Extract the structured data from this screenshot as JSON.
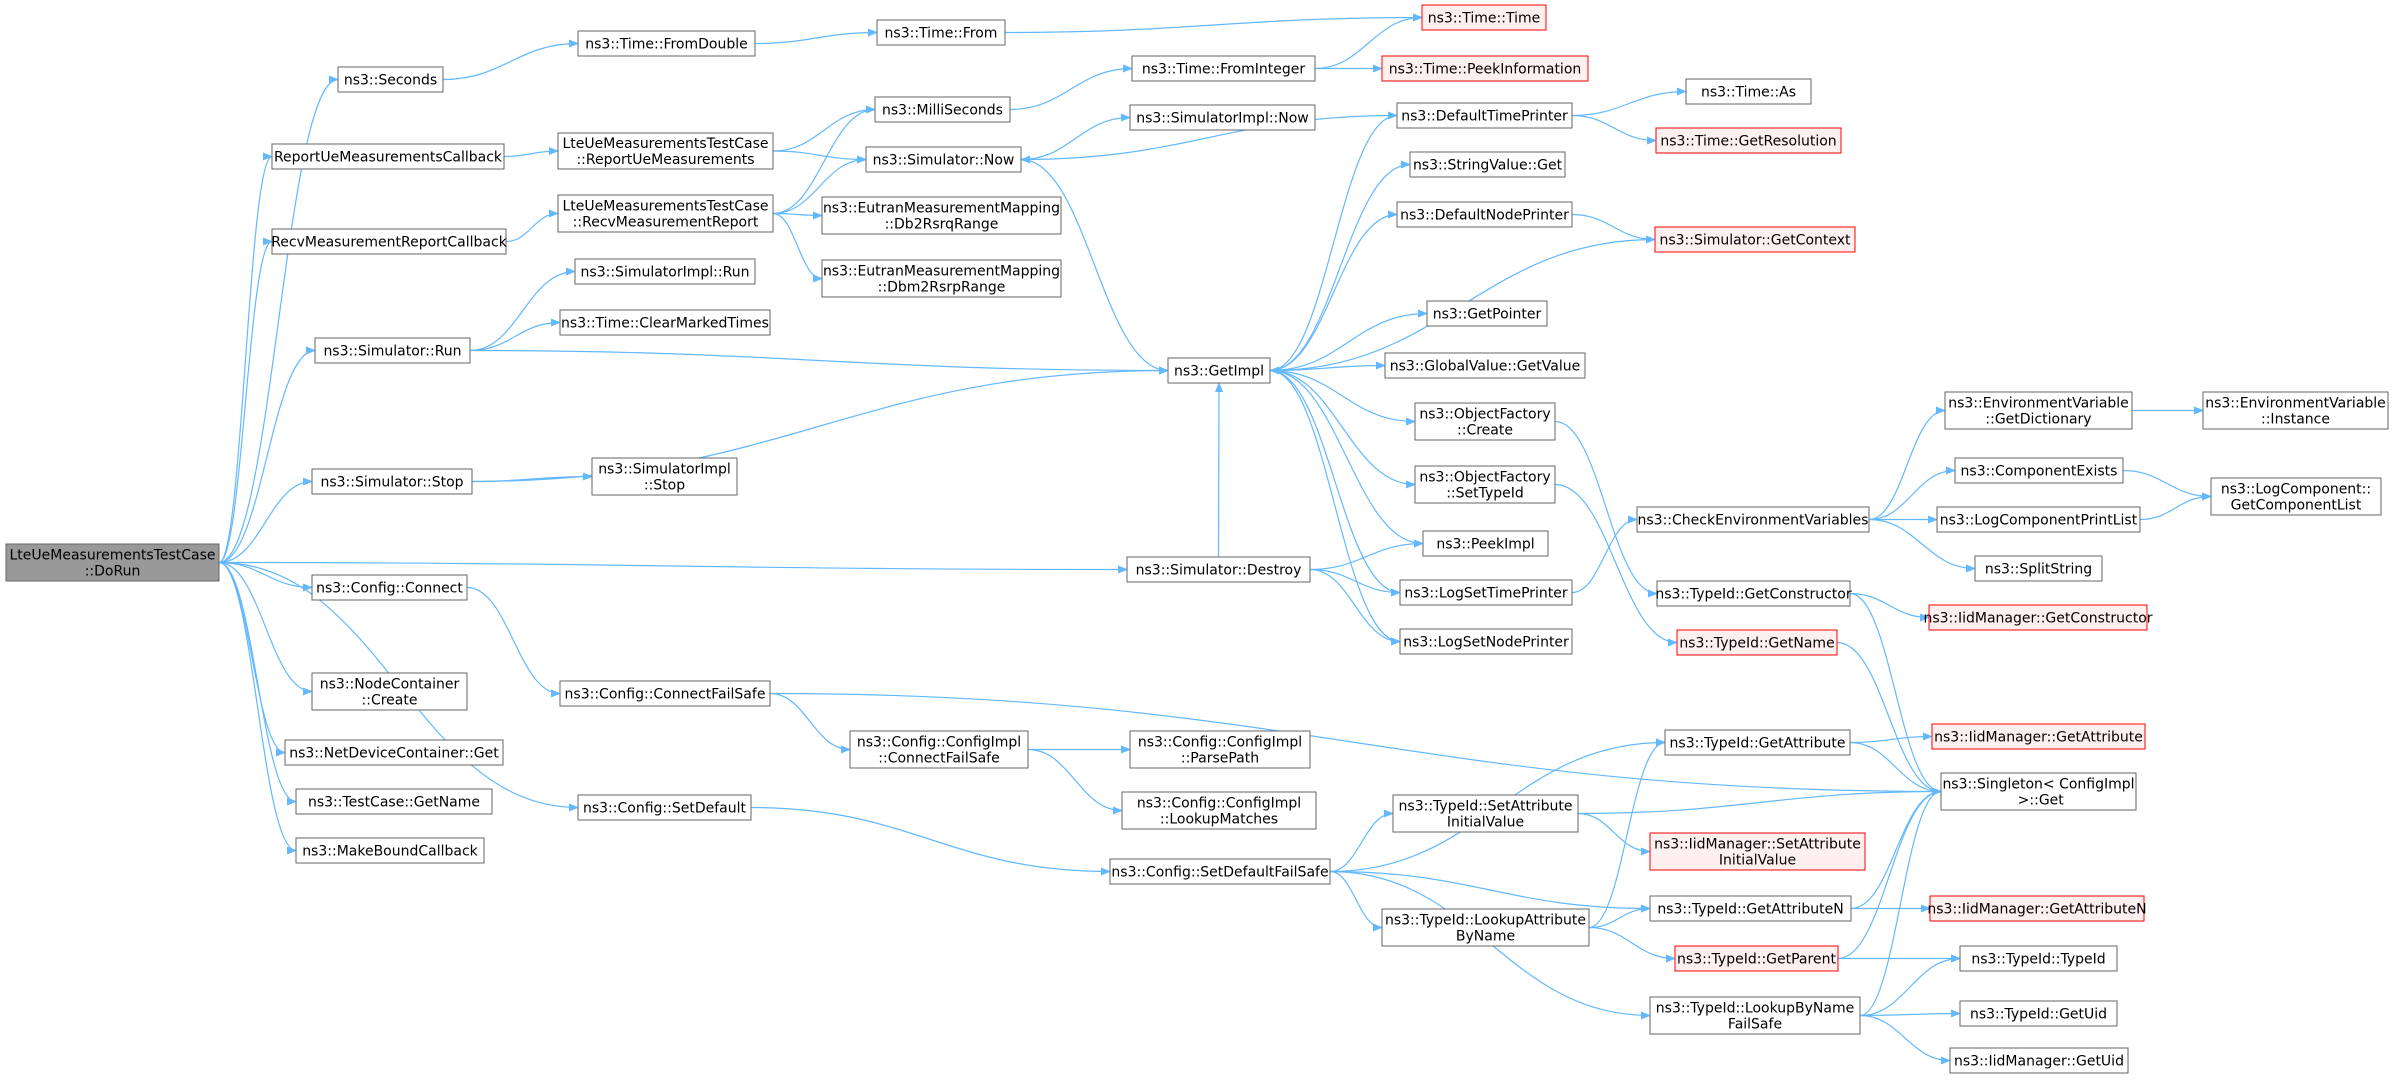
{
  "colors": {
    "edge": "#63b8ff",
    "node_border": "#666666",
    "node_fill": "#ffffff",
    "root_fill": "#999999",
    "root_border": "#666666",
    "truncated_border": "#ff0000",
    "truncated_fill": "#fff0f0"
  },
  "nodes": [
    {
      "id": "root",
      "lines": [
        "LteUeMeasurementsTestCase",
        "::DoRun"
      ],
      "kind": "root"
    },
    {
      "id": "seconds",
      "lines": [
        "ns3::Seconds"
      ]
    },
    {
      "id": "time_fromdouble",
      "lines": [
        "ns3::Time::FromDouble"
      ]
    },
    {
      "id": "time_from",
      "lines": [
        "ns3::Time::From"
      ]
    },
    {
      "id": "time_time",
      "lines": [
        "ns3::Time::Time"
      ],
      "kind": "truncated"
    },
    {
      "id": "reportcb",
      "lines": [
        "ReportUeMeasurementsCallback"
      ]
    },
    {
      "id": "tc_report",
      "lines": [
        "LteUeMeasurementsTestCase",
        "::ReportUeMeasurements"
      ]
    },
    {
      "id": "millis",
      "lines": [
        "ns3::MilliSeconds"
      ]
    },
    {
      "id": "time_fromint",
      "lines": [
        "ns3::Time::FromInteger"
      ]
    },
    {
      "id": "time_peek",
      "lines": [
        "ns3::Time::PeekInformation"
      ],
      "kind": "truncated"
    },
    {
      "id": "simimpl_now",
      "lines": [
        "ns3::SimulatorImpl::Now"
      ]
    },
    {
      "id": "sim_now",
      "lines": [
        "ns3::Simulator::Now"
      ]
    },
    {
      "id": "recvcb",
      "lines": [
        "RecvMeasurementReportCallback"
      ]
    },
    {
      "id": "tc_recv",
      "lines": [
        "LteUeMeasurementsTestCase",
        "::RecvMeasurementReport"
      ]
    },
    {
      "id": "db2rsrq",
      "lines": [
        "ns3::EutranMeasurementMapping",
        "::Db2RsrqRange"
      ]
    },
    {
      "id": "dbm2rsrp",
      "lines": [
        "ns3::EutranMeasurementMapping",
        "::Dbm2RsrpRange"
      ]
    },
    {
      "id": "simimpl_run",
      "lines": [
        "ns3::SimulatorImpl::Run"
      ]
    },
    {
      "id": "time_clear",
      "lines": [
        "ns3::Time::ClearMarkedTimes"
      ]
    },
    {
      "id": "sim_run",
      "lines": [
        "ns3::Simulator::Run"
      ]
    },
    {
      "id": "getimpl",
      "lines": [
        "ns3::GetImpl"
      ]
    },
    {
      "id": "deftimeprinter",
      "lines": [
        "ns3::DefaultTimePrinter"
      ]
    },
    {
      "id": "time_as",
      "lines": [
        "ns3::Time::As"
      ]
    },
    {
      "id": "time_getres",
      "lines": [
        "ns3::Time::GetResolution"
      ],
      "kind": "truncated"
    },
    {
      "id": "stringvalue",
      "lines": [
        "ns3::StringValue::Get"
      ]
    },
    {
      "id": "defnodeprinter",
      "lines": [
        "ns3::DefaultNodePrinter"
      ]
    },
    {
      "id": "sim_getctx",
      "lines": [
        "ns3::Simulator::GetContext"
      ],
      "kind": "truncated"
    },
    {
      "id": "getpointer",
      "lines": [
        "ns3::GetPointer"
      ]
    },
    {
      "id": "globalvalue",
      "lines": [
        "ns3::GlobalValue::GetValue"
      ]
    },
    {
      "id": "of_create",
      "lines": [
        "ns3::ObjectFactory",
        "::Create"
      ]
    },
    {
      "id": "of_settypeid",
      "lines": [
        "ns3::ObjectFactory",
        "::SetTypeId"
      ]
    },
    {
      "id": "env_getdict",
      "lines": [
        "ns3::EnvironmentVariable",
        "::GetDictionary"
      ]
    },
    {
      "id": "env_instance",
      "lines": [
        "ns3::EnvironmentVariable",
        "::Instance"
      ]
    },
    {
      "id": "compexists",
      "lines": [
        "ns3::ComponentExists"
      ]
    },
    {
      "id": "logcomplist",
      "lines": [
        "ns3::LogComponent::",
        "GetComponentList"
      ]
    },
    {
      "id": "checkenv",
      "lines": [
        "ns3::CheckEnvironmentVariables"
      ]
    },
    {
      "id": "logprintlist",
      "lines": [
        "ns3::LogComponentPrintList"
      ]
    },
    {
      "id": "sim_stop",
      "lines": [
        "ns3::Simulator::Stop"
      ]
    },
    {
      "id": "simimpl_stop",
      "lines": [
        "ns3::SimulatorImpl",
        "::Stop"
      ]
    },
    {
      "id": "splitstring",
      "lines": [
        "ns3::SplitString"
      ]
    },
    {
      "id": "sim_destroy",
      "lines": [
        "ns3::Simulator::Destroy"
      ]
    },
    {
      "id": "peekimpl",
      "lines": [
        "ns3::PeekImpl"
      ]
    },
    {
      "id": "config_connect",
      "lines": [
        "ns3::Config::Connect"
      ]
    },
    {
      "id": "logsettime",
      "lines": [
        "ns3::LogSetTimePrinter"
      ]
    },
    {
      "id": "typeid_getctor",
      "lines": [
        "ns3::TypeId::GetConstructor"
      ]
    },
    {
      "id": "iid_getctor",
      "lines": [
        "ns3::IidManager::GetConstructor"
      ],
      "kind": "truncated"
    },
    {
      "id": "logsetnode",
      "lines": [
        "ns3::LogSetNodePrinter"
      ]
    },
    {
      "id": "typeid_getname",
      "lines": [
        "ns3::TypeId::GetName"
      ],
      "kind": "truncated"
    },
    {
      "id": "nc_create",
      "lines": [
        "ns3::NodeContainer",
        "::Create"
      ]
    },
    {
      "id": "config_cfs",
      "lines": [
        "ns3::Config::ConnectFailSafe"
      ]
    },
    {
      "id": "ndc_get",
      "lines": [
        "ns3::NetDeviceContainer::Get"
      ]
    },
    {
      "id": "ci_cfs",
      "lines": [
        "ns3::Config::ConfigImpl",
        "::ConnectFailSafe"
      ]
    },
    {
      "id": "ci_parse",
      "lines": [
        "ns3::Config::ConfigImpl",
        "::ParsePath"
      ]
    },
    {
      "id": "typeid_getattr",
      "lines": [
        "ns3::TypeId::GetAttribute"
      ]
    },
    {
      "id": "iid_getattr",
      "lines": [
        "ns3::IidManager::GetAttribute"
      ],
      "kind": "truncated"
    },
    {
      "id": "singleton",
      "lines": [
        "ns3::Singleton< ConfigImpl",
        " >::Get"
      ]
    },
    {
      "id": "testcase_getname",
      "lines": [
        "ns3::TestCase::GetName"
      ]
    },
    {
      "id": "ci_lookup",
      "lines": [
        "ns3::Config::ConfigImpl",
        "::LookupMatches"
      ]
    },
    {
      "id": "config_setdefault",
      "lines": [
        "ns3::Config::SetDefault"
      ]
    },
    {
      "id": "typeid_setattr",
      "lines": [
        "ns3::TypeId::SetAttribute",
        "InitialValue"
      ]
    },
    {
      "id": "iid_setattr",
      "lines": [
        "ns3::IidManager::SetAttribute",
        "InitialValue"
      ],
      "kind": "truncated"
    },
    {
      "id": "makebound",
      "lines": [
        "ns3::MakeBoundCallback"
      ]
    },
    {
      "id": "config_sdfs",
      "lines": [
        "ns3::Config::SetDefaultFailSafe"
      ]
    },
    {
      "id": "typeid_getattrn",
      "lines": [
        "ns3::TypeId::GetAttributeN"
      ]
    },
    {
      "id": "iid_getattrn",
      "lines": [
        "ns3::IidManager::GetAttributeN"
      ],
      "kind": "truncated"
    },
    {
      "id": "typeid_lookupattr",
      "lines": [
        "ns3::TypeId::LookupAttribute",
        "ByName"
      ]
    },
    {
      "id": "typeid_getparent",
      "lines": [
        "ns3::TypeId::GetParent"
      ],
      "kind": "truncated"
    },
    {
      "id": "typeid_typeid",
      "lines": [
        "ns3::TypeId::TypeId"
      ]
    },
    {
      "id": "typeid_lookupbyname",
      "lines": [
        "ns3::TypeId::LookupByName",
        "FailSafe"
      ]
    },
    {
      "id": "typeid_getuid",
      "lines": [
        "ns3::TypeId::GetUid"
      ]
    },
    {
      "id": "iid_getuid",
      "lines": [
        "ns3::IidManager::GetUid"
      ]
    }
  ],
  "edges": [
    [
      "root",
      "seconds"
    ],
    [
      "root",
      "reportcb"
    ],
    [
      "root",
      "recvcb"
    ],
    [
      "root",
      "sim_run"
    ],
    [
      "root",
      "sim_stop"
    ],
    [
      "root",
      "sim_destroy"
    ],
    [
      "root",
      "config_connect"
    ],
    [
      "root",
      "nc_create"
    ],
    [
      "root",
      "ndc_get"
    ],
    [
      "root",
      "testcase_getname"
    ],
    [
      "root",
      "makebound"
    ],
    [
      "root",
      "config_setdefault"
    ],
    [
      "seconds",
      "time_fromdouble"
    ],
    [
      "time_fromdouble",
      "time_from"
    ],
    [
      "time_from",
      "time_time"
    ],
    [
      "reportcb",
      "tc_report"
    ],
    [
      "tc_report",
      "millis"
    ],
    [
      "tc_report",
      "sim_now"
    ],
    [
      "millis",
      "time_fromint"
    ],
    [
      "time_fromint",
      "time_time"
    ],
    [
      "time_fromint",
      "time_peek"
    ],
    [
      "sim_now",
      "simimpl_now"
    ],
    [
      "sim_now",
      "getimpl"
    ],
    [
      "recvcb",
      "tc_recv"
    ],
    [
      "tc_recv",
      "millis"
    ],
    [
      "tc_recv",
      "sim_now"
    ],
    [
      "tc_recv",
      "db2rsrq"
    ],
    [
      "tc_recv",
      "dbm2rsrp"
    ],
    [
      "sim_run",
      "simimpl_run"
    ],
    [
      "sim_run",
      "time_clear"
    ],
    [
      "sim_run",
      "getimpl"
    ],
    [
      "sim_stop",
      "getimpl"
    ],
    [
      "sim_stop",
      "simimpl_stop"
    ],
    [
      "sim_destroy",
      "getimpl"
    ],
    [
      "sim_destroy",
      "peekimpl"
    ],
    [
      "sim_destroy",
      "logsettime"
    ],
    [
      "sim_destroy",
      "logsetnode"
    ],
    [
      "getimpl",
      "deftimeprinter"
    ],
    [
      "getimpl",
      "stringvalue"
    ],
    [
      "getimpl",
      "defnodeprinter"
    ],
    [
      "getimpl",
      "getpointer"
    ],
    [
      "getimpl",
      "globalvalue"
    ],
    [
      "getimpl",
      "of_create"
    ],
    [
      "getimpl",
      "of_settypeid"
    ],
    [
      "getimpl",
      "peekimpl"
    ],
    [
      "getimpl",
      "logsettime"
    ],
    [
      "getimpl",
      "logsetnode"
    ],
    [
      "deftimeprinter",
      "time_as"
    ],
    [
      "deftimeprinter",
      "time_getres"
    ],
    [
      "deftimeprinter",
      "sim_now"
    ],
    [
      "defnodeprinter",
      "sim_getctx"
    ],
    [
      "sim_getctx",
      "getimpl"
    ],
    [
      "of_create",
      "typeid_getctor"
    ],
    [
      "of_settypeid",
      "typeid_getname"
    ],
    [
      "logsettime",
      "checkenv"
    ],
    [
      "checkenv",
      "env_getdict"
    ],
    [
      "checkenv",
      "compexists"
    ],
    [
      "checkenv",
      "logprintlist"
    ],
    [
      "checkenv",
      "splitstring"
    ],
    [
      "env_getdict",
      "env_instance"
    ],
    [
      "compexists",
      "logcomplist"
    ],
    [
      "logprintlist",
      "logcomplist"
    ],
    [
      "typeid_getctor",
      "iid_getctor"
    ],
    [
      "typeid_getctor",
      "singleton"
    ],
    [
      "typeid_getname",
      "singleton"
    ],
    [
      "config_connect",
      "config_cfs"
    ],
    [
      "config_cfs",
      "ci_cfs"
    ],
    [
      "config_cfs",
      "singleton"
    ],
    [
      "ci_cfs",
      "ci_parse"
    ],
    [
      "ci_cfs",
      "ci_lookup"
    ],
    [
      "config_setdefault",
      "config_sdfs"
    ],
    [
      "config_sdfs",
      "typeid_getattr"
    ],
    [
      "config_sdfs",
      "typeid_setattr"
    ],
    [
      "config_sdfs",
      "typeid_getattrn"
    ],
    [
      "config_sdfs",
      "typeid_lookupattr"
    ],
    [
      "config_sdfs",
      "typeid_lookupbyname"
    ],
    [
      "typeid_getattr",
      "iid_getattr"
    ],
    [
      "typeid_getattr",
      "singleton"
    ],
    [
      "typeid_setattr",
      "iid_setattr"
    ],
    [
      "typeid_setattr",
      "singleton"
    ],
    [
      "typeid_getattrn",
      "iid_getattrn"
    ],
    [
      "typeid_getattrn",
      "singleton"
    ],
    [
      "typeid_lookupattr",
      "typeid_getattr"
    ],
    [
      "typeid_lookupattr",
      "typeid_getattrn"
    ],
    [
      "typeid_lookupattr",
      "typeid_getparent"
    ],
    [
      "typeid_getparent",
      "typeid_typeid"
    ],
    [
      "typeid_getparent",
      "singleton"
    ],
    [
      "typeid_lookupbyname",
      "typeid_typeid"
    ],
    [
      "typeid_lookupbyname",
      "typeid_getuid"
    ],
    [
      "typeid_lookupbyname",
      "iid_getuid"
    ],
    [
      "typeid_lookupbyname",
      "singleton"
    ]
  ]
}
